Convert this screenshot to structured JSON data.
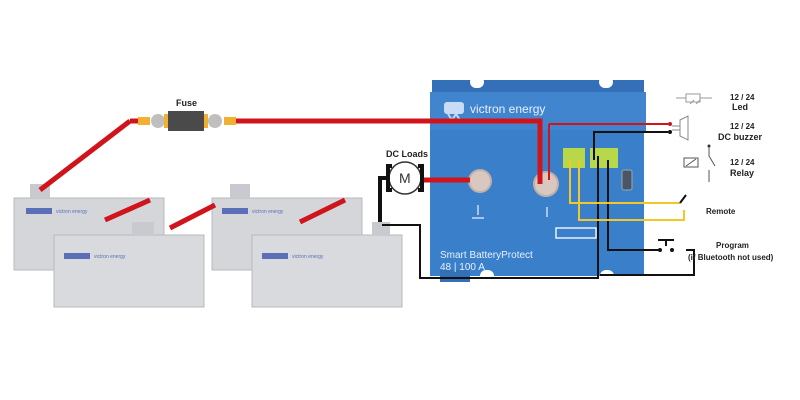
{
  "device": {
    "brand": "victron energy",
    "model_line1": "Smart BatteryProtect",
    "model_line2": "48 | 100 A"
  },
  "labels": {
    "fuse": "Fuse",
    "dc_loads": "DC Loads",
    "motor_symbol": "M",
    "led_voltage": "12 / 24",
    "led": "Led",
    "buzzer_voltage": "12 / 24",
    "buzzer": "DC buzzer",
    "relay_voltage": "12 / 24",
    "relay": "Relay",
    "remote": "Remote",
    "program": "Program",
    "program_note": "(if Bluetooth not used)"
  },
  "batteries": [
    {
      "brand": "victron energy"
    },
    {
      "brand": "victron energy"
    },
    {
      "brand": "victron energy"
    },
    {
      "brand": "victron energy"
    }
  ],
  "colors": {
    "positive_wire": "#d0141c",
    "negative_wire": "#111111",
    "remote_wire": "#f2c72a",
    "device_blue": "#3a7fc9",
    "terminal_green": "#b8d84a",
    "battery_grey": "#d4d6da"
  }
}
